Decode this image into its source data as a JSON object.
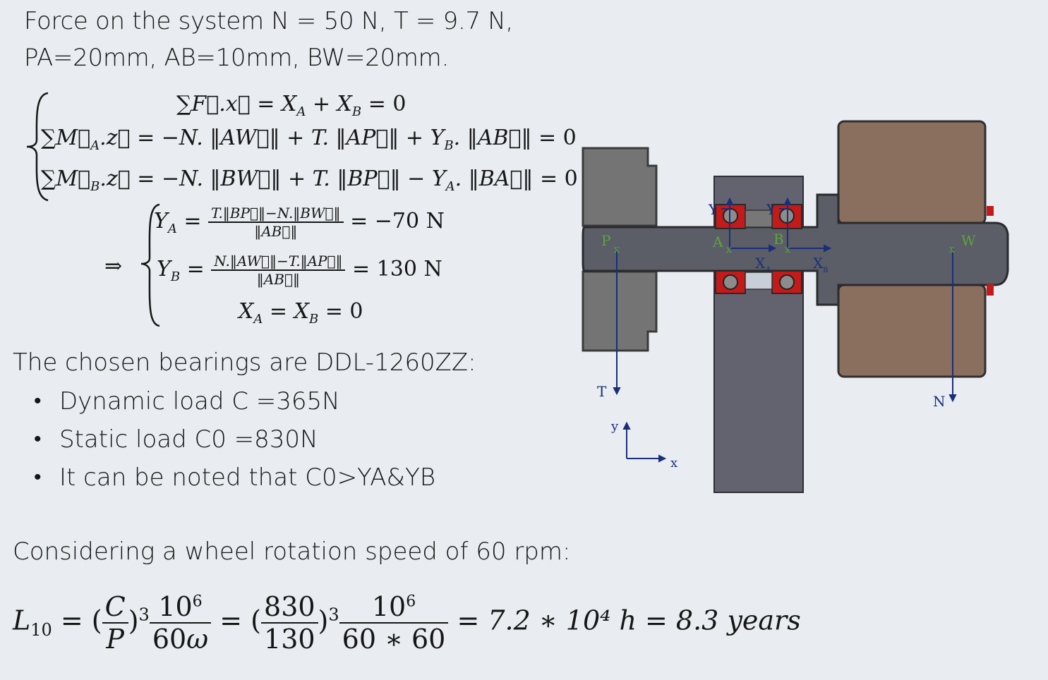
{
  "intro": {
    "line1": "Force on the system  N = 50 N, T = 9.7 N,",
    "line2": "PA=20mm, AB=10mm, BW=20mm."
  },
  "equilibrium": {
    "eq1": "∑F⃗.x⃗ = X_A + X_B = 0",
    "eq2": "∑M⃗_A.z⃗ = −N.‖AW⃗‖ + T.‖AP⃗‖ + Y_B.‖AB⃗‖ = 0",
    "eq3": "∑M⃗_B.z⃗ = −N.‖BW⃗‖ + T.‖BP⃗‖ − Y_A.‖BA⃗‖ = 0"
  },
  "solution": {
    "ya_result": "= −70 N",
    "yb_result": "= 130 N",
    "xa_xb": "X_A = X_B = 0"
  },
  "bearings": {
    "heading": "The chosen bearings are DDL-1260ZZ:",
    "items": [
      "Dynamic load C =365N",
      "Static load C0 =830N",
      "It can be noted that C0>YA&YB"
    ]
  },
  "lifetime": {
    "heading": "Considering a wheel rotation speed of 60 rpm:",
    "result": "= 7.2 ∗ 10⁴ h = 8.3 years"
  },
  "diagram": {
    "labels": {
      "P": "P",
      "A": "A",
      "B": "B",
      "W": "W",
      "T": "T",
      "N": "N",
      "XA": "X",
      "XB": "X",
      "YA": "Y",
      "YB": "Y",
      "axis_x": "x",
      "axis_y": "y"
    },
    "colors": {
      "hub": "#747474",
      "shaft": "#5b5e67",
      "wheel": "#8a6f5f",
      "vertical_plate": "#63636f",
      "bearing_red": "#c41a1a",
      "force_arrow": "#1a2e7a",
      "point_label": "#5ea33d"
    }
  }
}
